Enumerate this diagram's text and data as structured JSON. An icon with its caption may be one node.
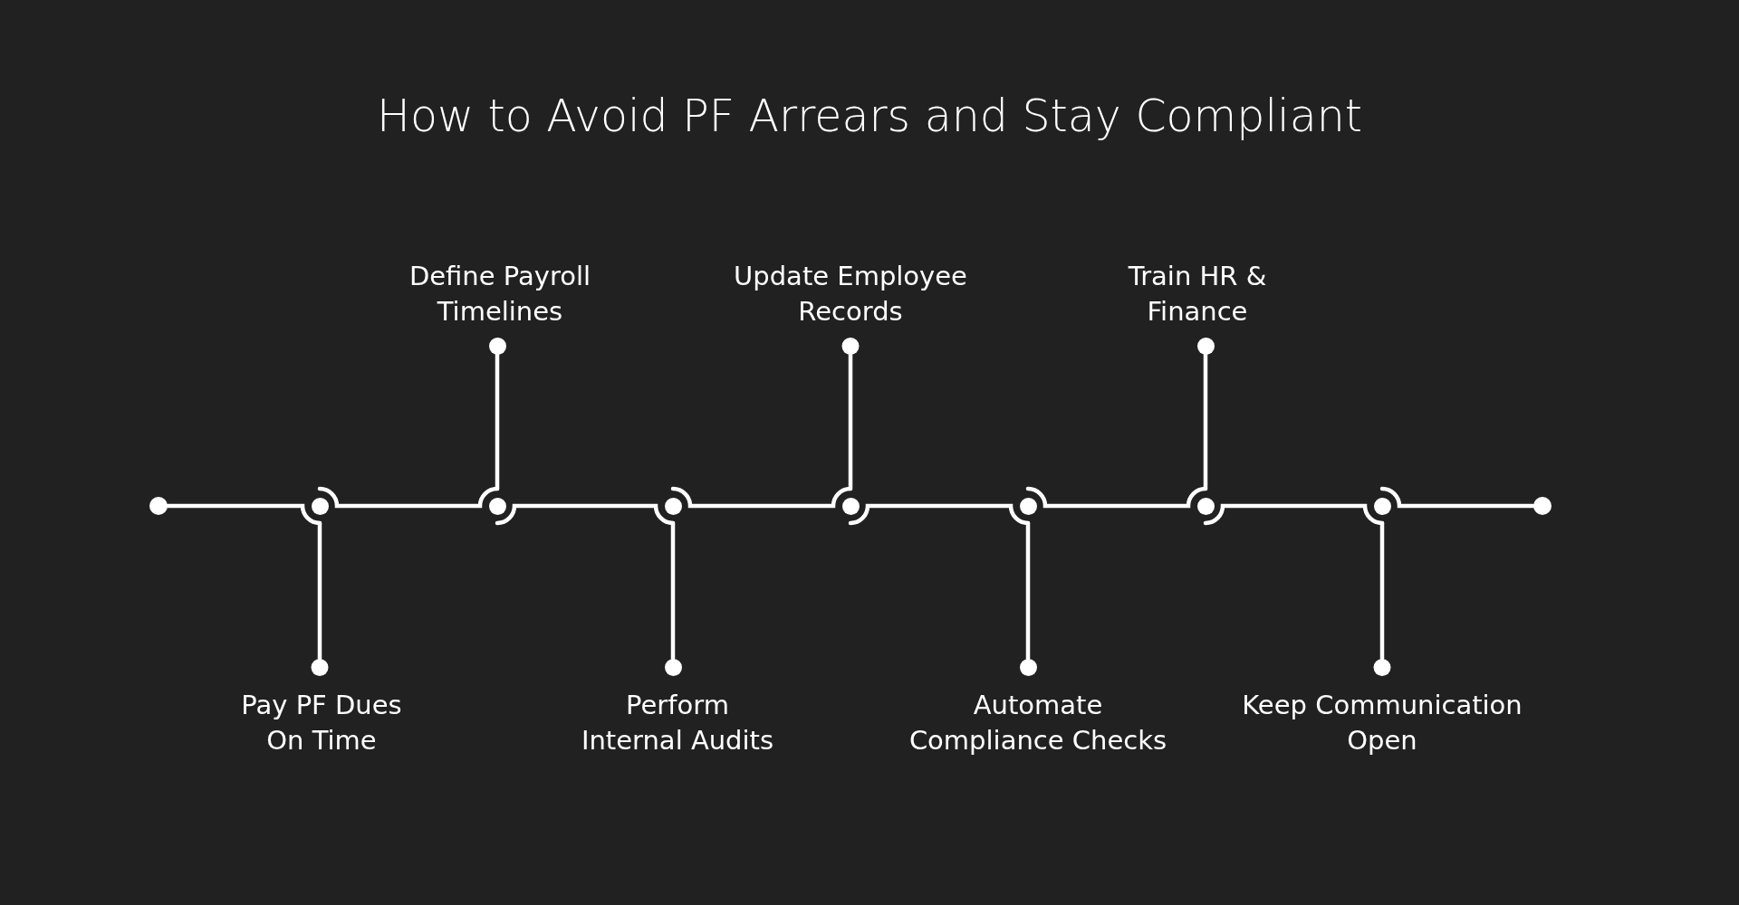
{
  "diagram": {
    "title": "How to Avoid PF Arrears and Stay Compliant",
    "nodes": [
      {
        "text": [],
        "shape": "circle"
      },
      {
        "text": [],
        "shape": "circle"
      },
      {
        "text": [],
        "shape": "circle"
      },
      {
        "text": [],
        "shape": "circle"
      },
      {
        "text": [],
        "shape": "circle"
      },
      {
        "text": [],
        "shape": "circle"
      },
      {
        "text": [],
        "shape": "circle"
      },
      {
        "text": [],
        "shape": "circle"
      },
      {
        "text": [],
        "shape": "circle"
      },
      {
        "text": [],
        "shape": "circle",
        "beside": [
          "Pay PF Dues On Time"
        ]
      },
      {
        "text": [],
        "shape": "circle",
        "beside": [
          "Define Payroll Timelines"
        ]
      },
      {
        "text": [],
        "shape": "circle",
        "beside": [
          "Perform Internal Audits"
        ]
      },
      {
        "text": [],
        "shape": "circle",
        "beside": [
          "Update Employee Records"
        ]
      },
      {
        "text": [],
        "shape": "circle",
        "beside": [
          "Automate Compliance Checks"
        ]
      },
      {
        "text": [],
        "shape": "circle",
        "beside": [
          "Train HR & Finance"
        ]
      },
      {
        "text": [],
        "shape": "circle",
        "beside": [
          "Keep Communication Open"
        ]
      }
    ],
    "edges": [
      {
        "from": 0,
        "to": 1,
        "arrow": "none"
      },
      {
        "from": 1,
        "to": 2,
        "arrow": "none"
      },
      {
        "from": 2,
        "to": 3,
        "arrow": "none"
      },
      {
        "from": 3,
        "to": 4,
        "arrow": "none"
      },
      {
        "from": 4,
        "to": 5,
        "arrow": "none"
      },
      {
        "from": 5,
        "to": 6,
        "arrow": "none"
      },
      {
        "from": 6,
        "to": 7,
        "arrow": "none"
      },
      {
        "from": 7,
        "to": 8,
        "arrow": "none"
      },
      {
        "from": 1,
        "to": 9,
        "arrow": "none"
      },
      {
        "from": 2,
        "to": 10,
        "arrow": "none"
      },
      {
        "from": 3,
        "to": 11,
        "arrow": "none"
      },
      {
        "from": 4,
        "to": 12,
        "arrow": "none"
      },
      {
        "from": 5,
        "to": 13,
        "arrow": "none"
      },
      {
        "from": 6,
        "to": 14,
        "arrow": "none"
      },
      {
        "from": 7,
        "to": 15,
        "arrow": "none"
      }
    ]
  }
}
